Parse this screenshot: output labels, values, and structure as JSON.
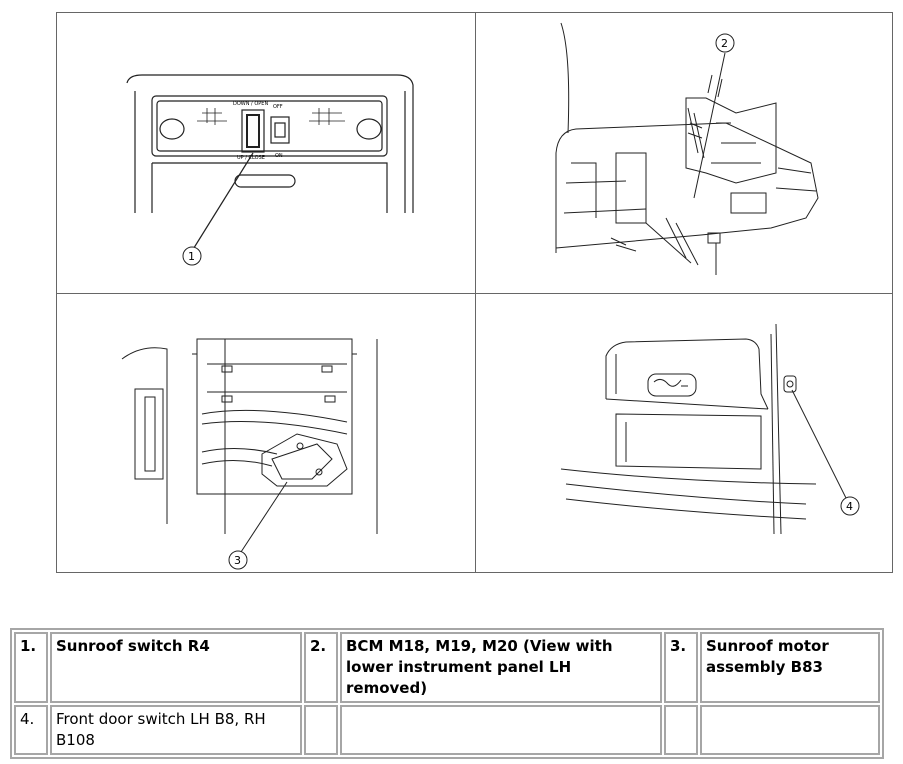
{
  "figure": {
    "panels": [
      {
        "callout": "1",
        "name": "overhead-console"
      },
      {
        "callout": "2",
        "name": "bcm-under-dash"
      },
      {
        "callout": "3",
        "name": "sunroof-motor"
      },
      {
        "callout": "4",
        "name": "front-door-switch"
      }
    ],
    "switch_labels": {
      "down_open": "DOWN / OPEN",
      "up_close": "UP / CLOSE",
      "off": "OFF",
      "on": "ON"
    }
  },
  "legend": {
    "rows": [
      [
        {
          "num": "1.",
          "text": "Sunroof switch R4"
        },
        {
          "num": "2.",
          "text": "BCM M18, M19, M20 (View with lower instrument panel LH removed)"
        },
        {
          "num": "3.",
          "text": "Sunroof motor assembly B83"
        }
      ],
      [
        {
          "num": "4.",
          "text": "Front door switch LH B8, RH B108"
        },
        {
          "num": "",
          "text": ""
        },
        {
          "num": "",
          "text": ""
        }
      ]
    ]
  }
}
